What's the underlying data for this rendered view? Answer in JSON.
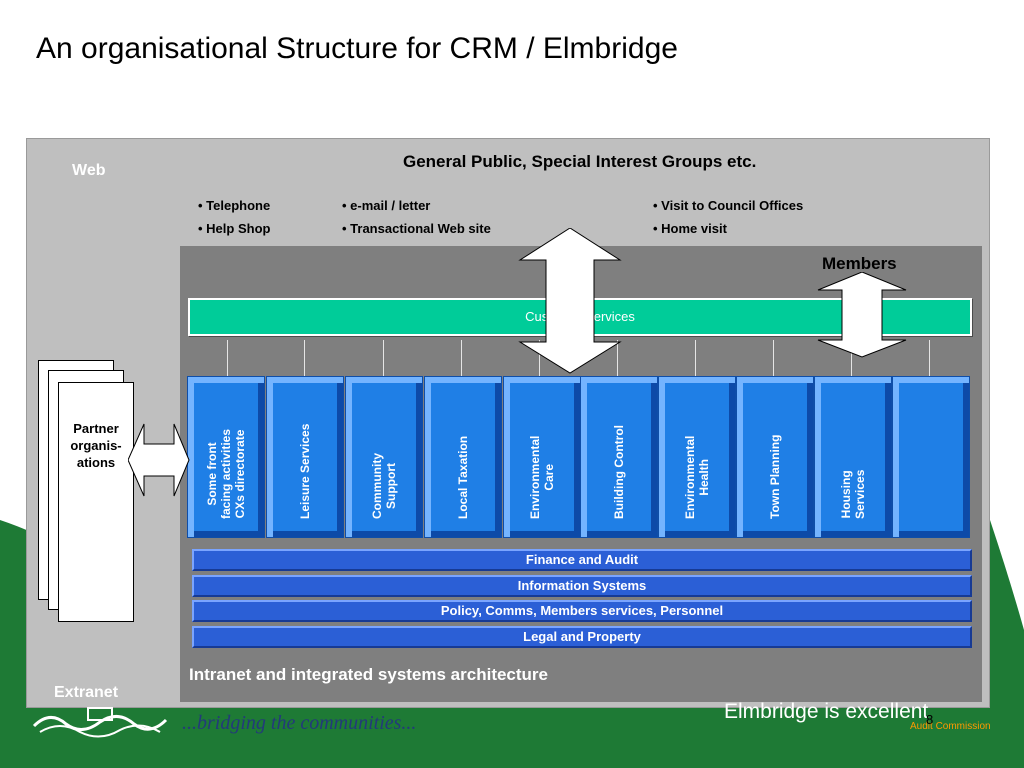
{
  "title": "An organisational Structure for CRM / Elmbridge",
  "web_label": "Web",
  "extranet_label": "Extranet",
  "public_title": "General Public, Special Interest Groups etc.",
  "channels": [
    {
      "label": "Telephone"
    },
    {
      "label": "Help Shop"
    },
    {
      "label": "e-mail / letter"
    },
    {
      "label": "Transactional Web site"
    },
    {
      "label": "Visit to Council Offices"
    },
    {
      "label": "Home visit"
    }
  ],
  "members_label": "Members",
  "customer_services": "Customer Services",
  "departments": [
    {
      "label": "Some front\nfacing activities\nCXs directorate"
    },
    {
      "label": "Leisure Services"
    },
    {
      "label": "Community\nSupport"
    },
    {
      "label": "Local Taxation"
    },
    {
      "label": "Environmental\nCare"
    },
    {
      "label": "Building Control"
    },
    {
      "label": "Environmental\nHealth"
    },
    {
      "label": "Town Planning"
    },
    {
      "label": "Housing\nServices"
    },
    {
      "label": ""
    }
  ],
  "systems": [
    {
      "label": "Finance and Audit"
    },
    {
      "label": "Information Systems"
    },
    {
      "label": "Policy, Comms, Members services, Personnel"
    },
    {
      "label": "Legal and Property"
    }
  ],
  "intranet_label": "Intranet and integrated systems architecture",
  "partner_label": "Partner\norganis-\nations",
  "footer": {
    "tagline": "...bridging the communities...",
    "brand": "Elmbridge is excellent",
    "brand_sub": "Audit Commission",
    "page_number": "8"
  },
  "colors": {
    "green_band": "#1e7a35",
    "customer_services": "#00cc99",
    "department": "#1f7fe6",
    "system_bar": "#2b5fd6",
    "outer_panel": "#bfbfbf",
    "inner_panel": "#7f7f7f"
  }
}
